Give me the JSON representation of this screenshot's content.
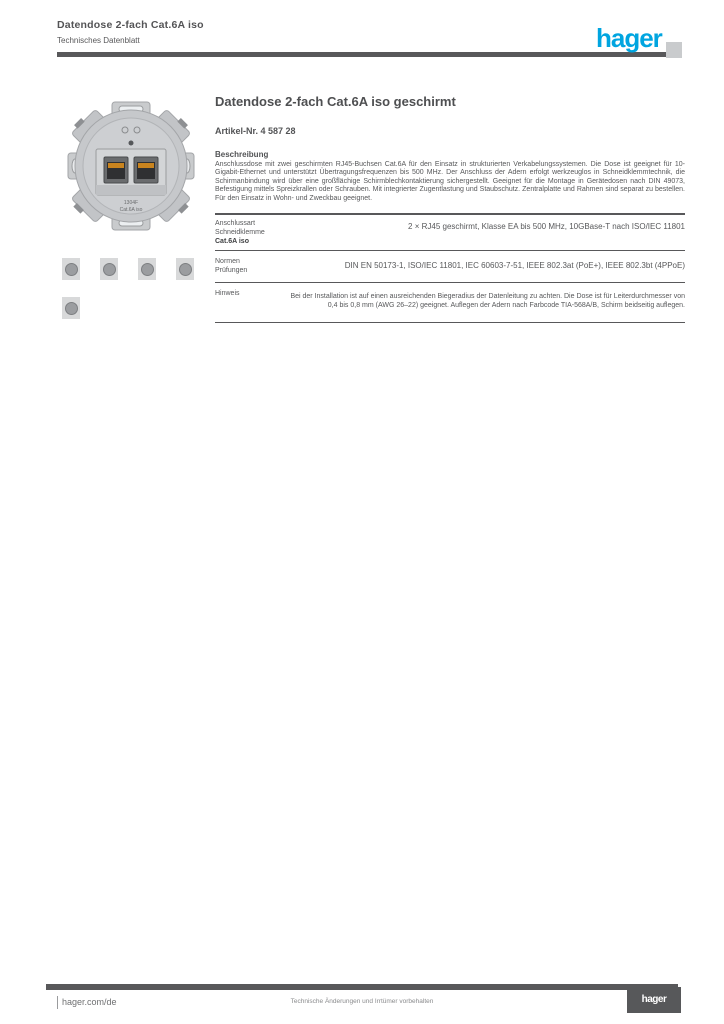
{
  "header": {
    "title_line1": "Datendose 2-fach Cat.6A iso",
    "title_line2": "Technisches Datenblatt",
    "logo_text": "hager"
  },
  "product": {
    "title": "Datendose 2-fach Cat.6A iso geschirmt",
    "subtitle": "Artikel-Nr. 4 587 28",
    "image_marking_line1": "1304F",
    "image_marking_line2": "Cat.6A iso",
    "thumbnail_icons": [
      "front-view-icon",
      "side-view-icon",
      "angle-view-icon",
      "back-view-icon",
      "detail-view-icon"
    ]
  },
  "description": {
    "heading": "Beschreibung",
    "body": "Anschlussdose mit zwei geschirmten RJ45-Buchsen Cat.6A für den Einsatz in strukturierten Verkabelungssystemen. Die Dose ist geeignet für 10-Gigabit-Ethernet und unterstützt Übertragungsfrequenzen bis 500 MHz. Der Anschluss der Adern erfolgt werkzeuglos in Schneidklemmtechnik, die Schirmanbindung wird über eine großflächige Schirmblechkontaktierung sichergestellt. Geeignet für die Montage in Gerätedosen nach DIN 49073, Befestigung mittels Spreizkrallen oder Schrauben. Mit integrierter Zugentlastung und Staubschutz. Zentralplatte und Rahmen sind separat zu bestellen. Für den Einsatz in Wohn- und Zweckbau geeignet."
  },
  "specs": {
    "rows": [
      {
        "label_line1": "Anschlussart",
        "label_line2": "Schneidklemme",
        "label_line3": "Cat.6A iso",
        "value": "2 × RJ45 geschirmt, Klasse EA bis 500 MHz, 10GBase-T nach ISO/IEC 11801"
      },
      {
        "label_line1": "Normen",
        "label_line2": "Prüfungen",
        "label_line3": "",
        "value": "DIN EN 50173-1, ISO/IEC 11801, IEC 60603-7-51, IEEE 802.3at (PoE+), IEEE 802.3bt (4PPoE)"
      },
      {
        "label_line1": "Hinweis",
        "label_line2": "",
        "label_line3": "",
        "value": "Bei der Installation ist auf einen ausreichenden Biegeradius der Datenleitung zu achten. Die Dose ist für Leiterdurchmesser von 0,4 bis 0,8 mm (AWG 26–22) geeignet. Auflegen der Adern nach Farbcode TIA-568A/B, Schirm beidseitig auflegen."
      }
    ]
  },
  "footer": {
    "website": "hager.com/de",
    "note": "Technische Änderungen und Irrtümer vorbehalten",
    "logo_text": "hager"
  },
  "colors": {
    "accent": "#00a5e0",
    "text_gray": "#58585a"
  }
}
